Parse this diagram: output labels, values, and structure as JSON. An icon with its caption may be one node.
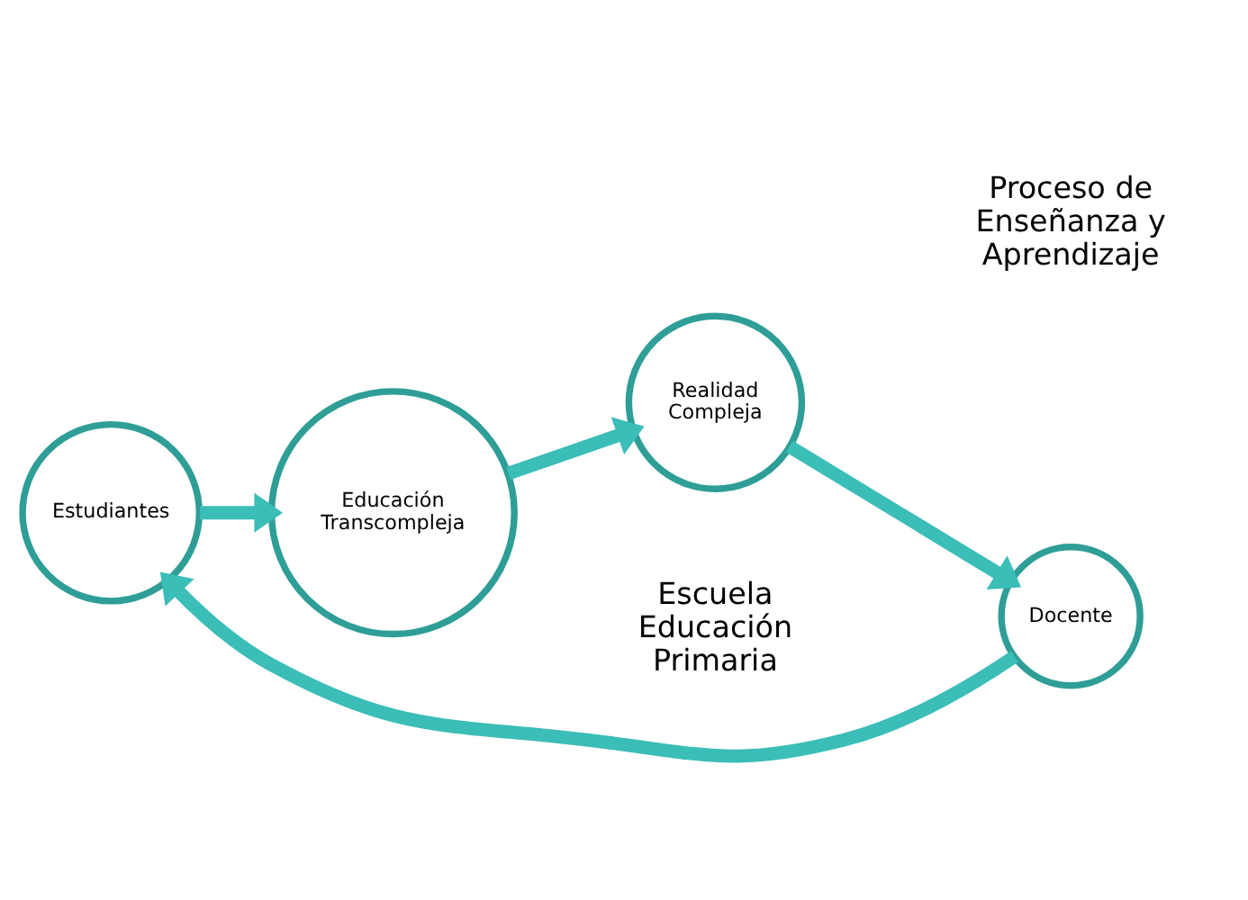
{
  "diagram": {
    "nodes": [
      {
        "text": [
          "Estudiantes"
        ]
      },
      {
        "text": [
          "Proceso de Enseñanza y Aprendizaje"
        ]
      },
      {
        "text": [
          "Docente"
        ]
      },
      {
        "text": [
          "Realidad Compleja"
        ]
      },
      {
        "text": [
          "Escuela Educación Primaria"
        ]
      },
      {
        "text": [
          "Educación Transcompleja"
        ]
      }
    ],
    "edges": [
      {
        "from": 3,
        "to": 2,
        "arrow": "to"
      },
      {
        "from": 2,
        "to": 0,
        "arrow": "to"
      },
      {
        "from": 0,
        "to": 5,
        "arrow": "to"
      },
      {
        "from": 5,
        "to": 3,
        "arrow": "to"
      }
    ]
  }
}
